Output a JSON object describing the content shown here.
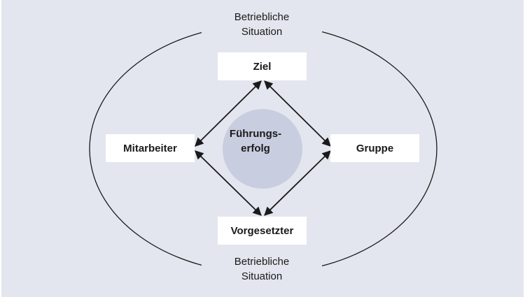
{
  "diagram": {
    "outer_label_top": [
      "Betriebliche",
      "Situation"
    ],
    "outer_label_bottom": [
      "Betriebliche",
      "Situation"
    ],
    "nodes": {
      "top": "Ziel",
      "left": "Mitarbeiter",
      "right": "Gruppe",
      "bottom": "Vorgesetzter"
    },
    "center": [
      "Führungs-",
      "erfolg"
    ]
  },
  "colors": {
    "background": "#e3e6ee",
    "box": "#ffffff",
    "center_circle": "#c9cde0",
    "line": "#1a1a1a"
  }
}
